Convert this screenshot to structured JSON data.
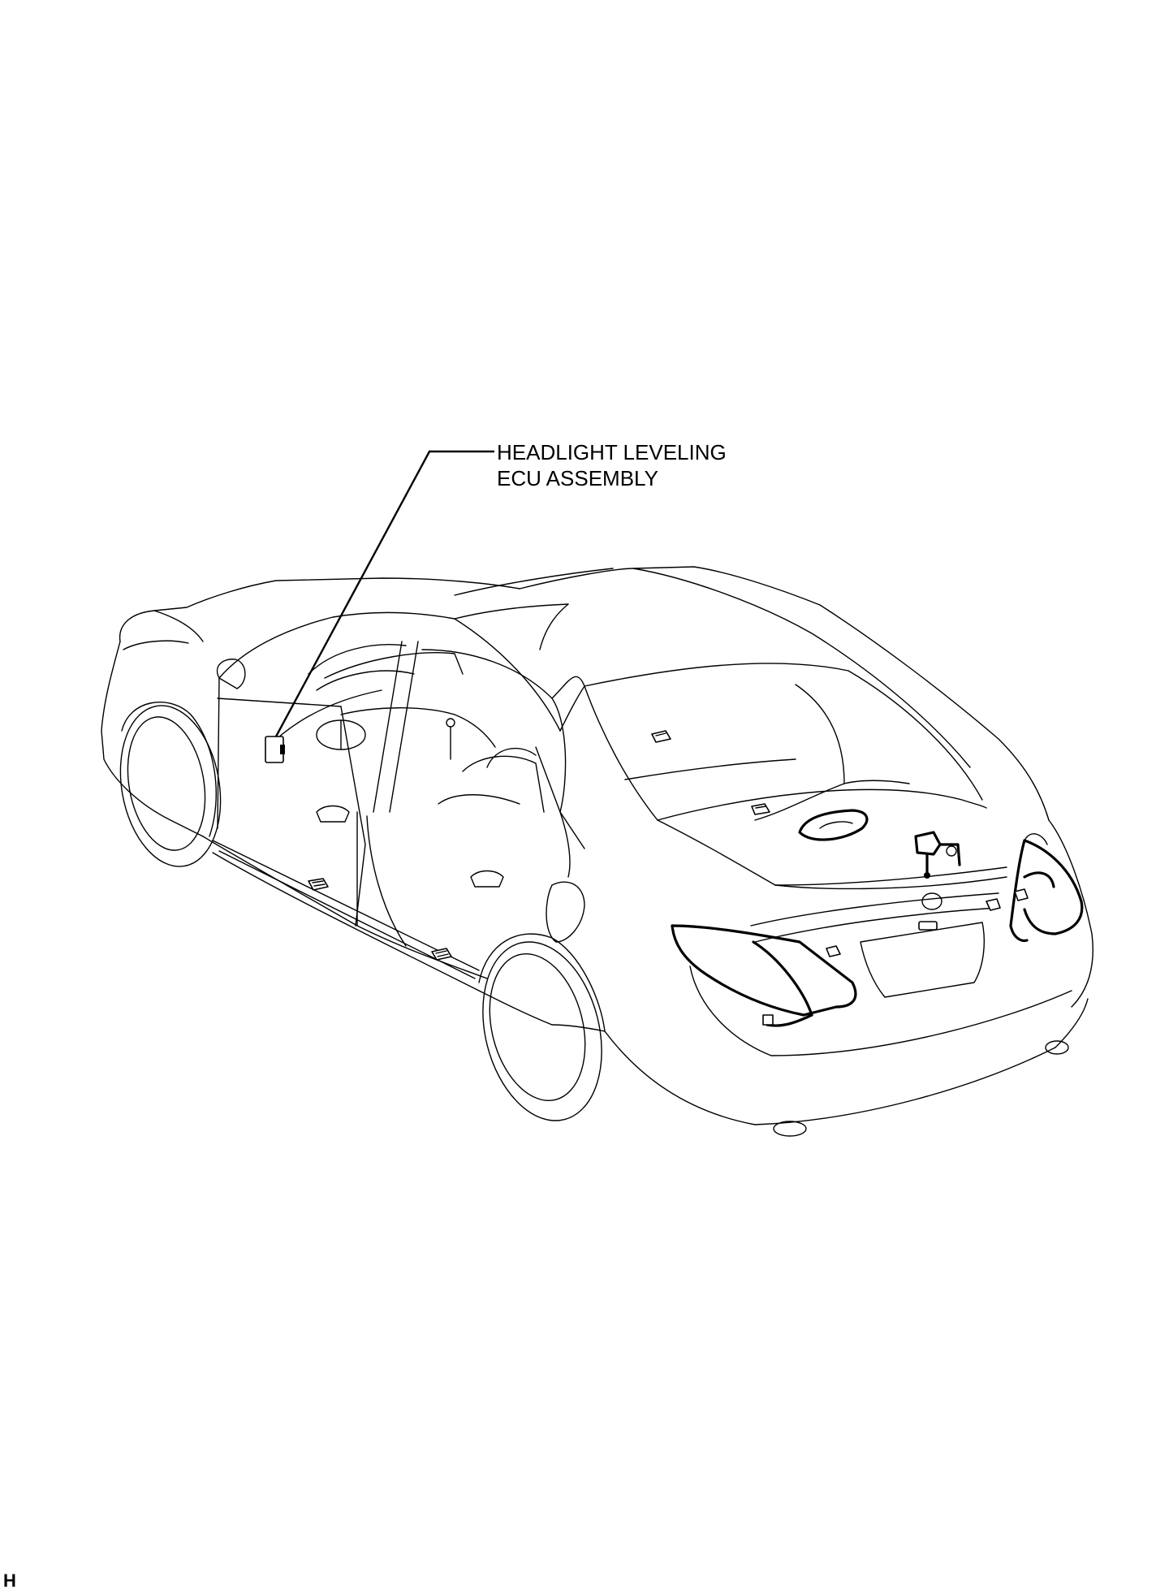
{
  "callout": {
    "line1": "HEADLIGHT LEVELING",
    "line2": "ECU ASSEMBLY"
  },
  "corner_code": "H",
  "colors": {
    "line": "#000000",
    "background": "#ffffff"
  }
}
